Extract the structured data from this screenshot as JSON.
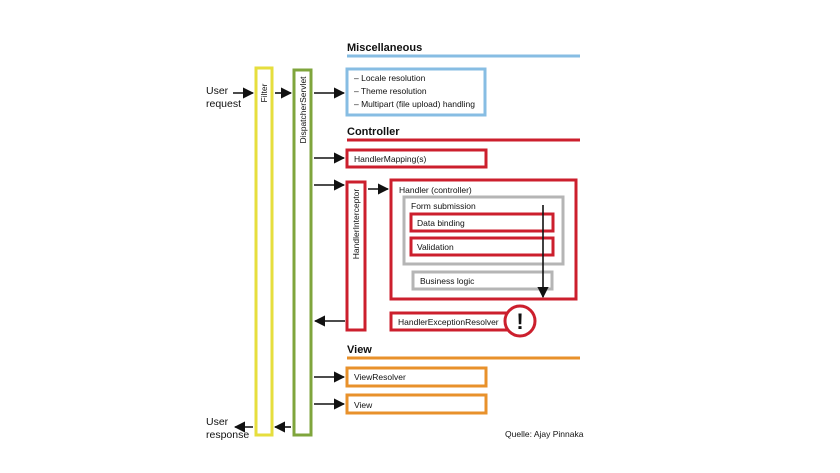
{
  "actors": {
    "user_request": [
      "User",
      "request"
    ],
    "user_response": [
      "User",
      "response"
    ]
  },
  "bars": {
    "filter": "Filter",
    "dispatcher": "DispatcherServlet",
    "interceptor": "HandlerInterceptor"
  },
  "sections": {
    "misc": {
      "title": "Miscellaneous",
      "items": [
        "– Locale resolution",
        "– Theme resolution",
        "– Multipart (file upload) handling"
      ]
    },
    "controller": {
      "title": "Controller",
      "handler_mapping": "HandlerMapping(s)",
      "handler": "Handler (controller)",
      "form_submission": "Form submission",
      "data_binding": "Data binding",
      "validation": "Validation",
      "business_logic": "Business logic",
      "exception_resolver": "HandlerExceptionResolver",
      "warning_glyph": "!"
    },
    "view": {
      "title": "View",
      "view_resolver": "ViewResolver",
      "view": "View"
    }
  },
  "credit": "Quelle: Ajay Pinnaka",
  "colors": {
    "blue": "#87bde3",
    "red": "#cc1f2d",
    "orange": "#e8912b",
    "yellow": "#e6de3d",
    "green": "#7fa53c",
    "gray": "#b5b5b5",
    "ink": "#111111"
  }
}
